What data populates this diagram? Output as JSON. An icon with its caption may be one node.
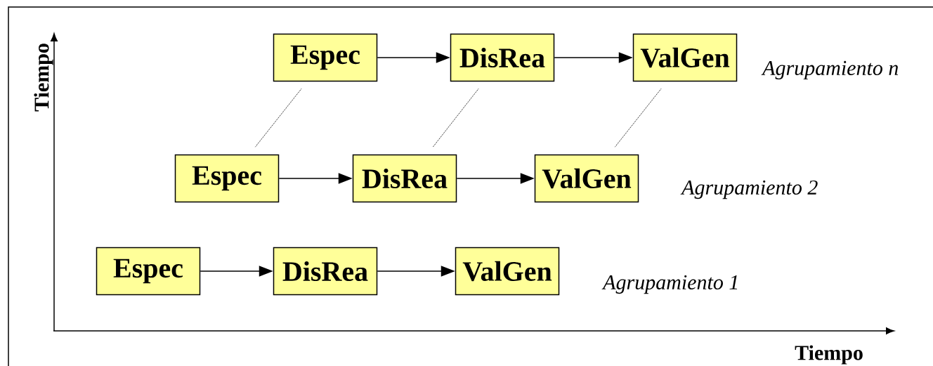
{
  "diagram": {
    "nodes": [
      {
        "text": [
          "Espec"
        ]
      },
      {
        "text": [
          "DisRea"
        ]
      },
      {
        "text": [
          "ValGen"
        ]
      },
      {
        "text": [
          "Espec"
        ]
      },
      {
        "text": [
          "DisRea"
        ]
      },
      {
        "text": [
          "ValGen"
        ]
      },
      {
        "text": [
          "Espec"
        ]
      },
      {
        "text": [
          "DisRea"
        ]
      },
      {
        "text": [
          "ValGen"
        ]
      }
    ],
    "edges": [
      {
        "from": 0,
        "to": 1,
        "arrow": "to"
      },
      {
        "from": 1,
        "to": 2,
        "arrow": "to"
      },
      {
        "from": 0,
        "to": 3,
        "arrow": "none",
        "style": "dashed"
      },
      {
        "from": 1,
        "to": 4,
        "arrow": "none",
        "style": "dashed"
      },
      {
        "from": 2,
        "to": 5,
        "arrow": "none",
        "style": "dashed"
      },
      {
        "from": 3,
        "to": 4,
        "arrow": "to"
      },
      {
        "from": 4,
        "to": 5,
        "arrow": "to"
      },
      {
        "from": 6,
        "to": 7,
        "arrow": "to"
      },
      {
        "from": 7,
        "to": 8,
        "arrow": "to"
      }
    ],
    "labels": [
      "Tiempo",
      "Agrupamiento n",
      "Agrupamiento 2",
      "Agrupamiento 1",
      "Tiempo"
    ]
  }
}
